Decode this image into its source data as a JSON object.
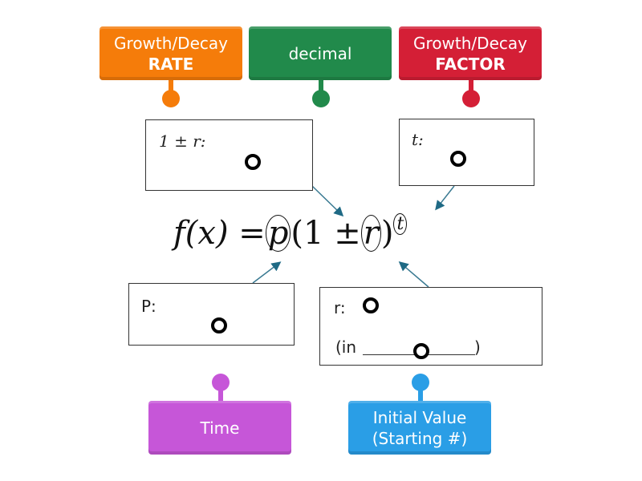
{
  "tiles": {
    "rate": {
      "line1": "Growth/Decay",
      "line2": "RATE",
      "color": "#f57c0a"
    },
    "decimal": {
      "line1": "decimal",
      "color": "#218a4b"
    },
    "factor": {
      "line1": "Growth/Decay",
      "line2": "FACTOR",
      "color": "#d41f36"
    },
    "time": {
      "line1": "Time",
      "color": "#c656d8"
    },
    "initial": {
      "line1": "Initial Value",
      "line2": "(Starting #)",
      "color": "#2a9ee6"
    }
  },
  "boxes": {
    "factor_box": {
      "label": "1 ± r:"
    },
    "t_box": {
      "label": "t:"
    },
    "p_box": {
      "label": "P:"
    },
    "r_box": {
      "label": "r:",
      "sub_prefix": "(in",
      "sub_suffix": ")"
    }
  },
  "formula": {
    "lhs": "f(x) =",
    "p": "p",
    "open": "(1 ±",
    "r": "r",
    "close": ")",
    "exp": "t"
  }
}
